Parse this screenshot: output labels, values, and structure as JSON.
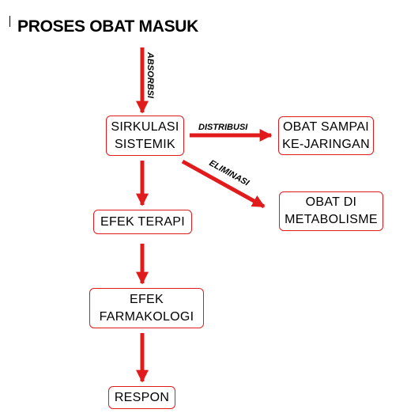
{
  "title": "PROSES OBAT MASUK",
  "colors": {
    "arrow": "#e11b1b",
    "box_border": "#e11b1b",
    "text": "#000000"
  },
  "nodes": {
    "sirkulasi_sistemik": "SIRKULASI\nSISTEMIK",
    "obat_sampai": "OBAT SAMPAI\nKE-JARINGAN",
    "obat_metabolisme": "OBAT DI\nMETABOLISME",
    "efek_terapi": "EFEK TERAPI",
    "efek_farmakologi": "EFEK\nFARMAKOLOGI",
    "respon": "RESPON"
  },
  "edges": {
    "absorbsi": "ABSORBSI",
    "distribusi": "DISTRIBUSI",
    "eliminasi": "ELIMINASI"
  }
}
